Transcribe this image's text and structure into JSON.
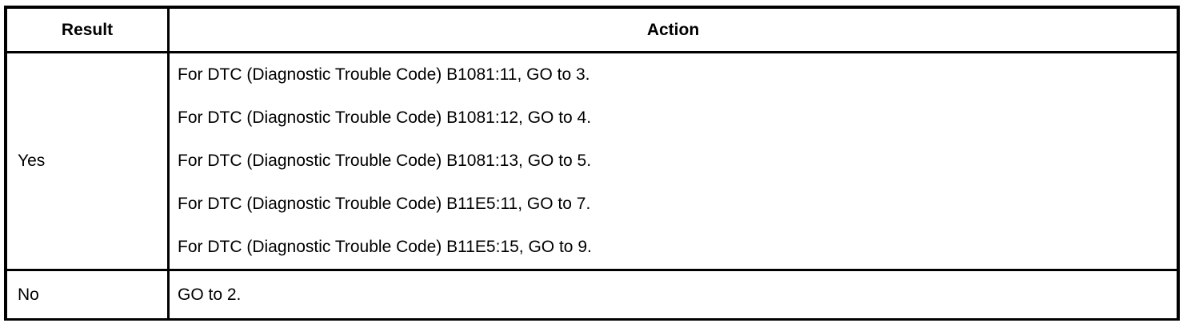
{
  "colors": {
    "text": "#000000",
    "background": "#ffffff",
    "border": "#000000"
  },
  "table": {
    "headers": [
      "Result",
      "Action"
    ],
    "rows": [
      {
        "result": "Yes",
        "actions": [
          "For DTC (Diagnostic Trouble Code) B1081:11, GO to 3.",
          "For DTC (Diagnostic Trouble Code) B1081:12, GO to 4.",
          "For DTC (Diagnostic Trouble Code) B1081:13, GO to 5.",
          "For DTC (Diagnostic Trouble Code) B11E5:11, GO to 7.",
          "For DTC (Diagnostic Trouble Code) B11E5:15, GO to 9."
        ]
      },
      {
        "result": "No",
        "actions": [
          "GO to 2."
        ]
      }
    ]
  }
}
